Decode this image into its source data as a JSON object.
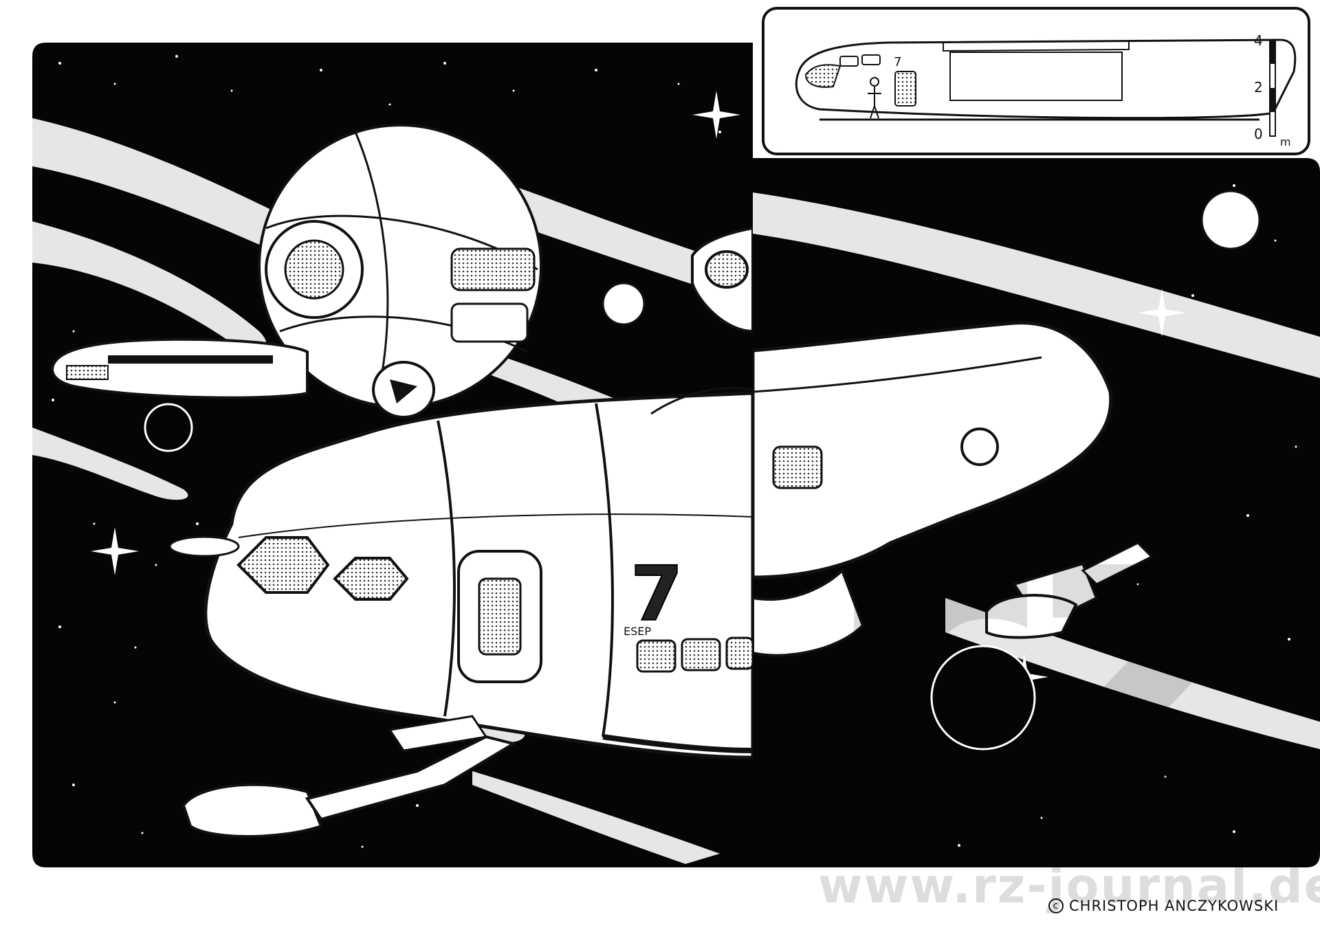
{
  "artwork": {
    "hull_number": "7",
    "hull_marking": "ESEP"
  },
  "inset": {
    "scale_marks": [
      "4",
      "2",
      "0"
    ],
    "scale_unit": "m",
    "hull_number": "7"
  },
  "watermark": {
    "logo_text": "rz",
    "url": "www.rz-journal.de"
  },
  "credit": {
    "symbol": "c",
    "author": "CHRISTOPH ANCZYKOWSKI"
  },
  "colors": {
    "ink": "#111111",
    "paper": "#ffffff"
  }
}
